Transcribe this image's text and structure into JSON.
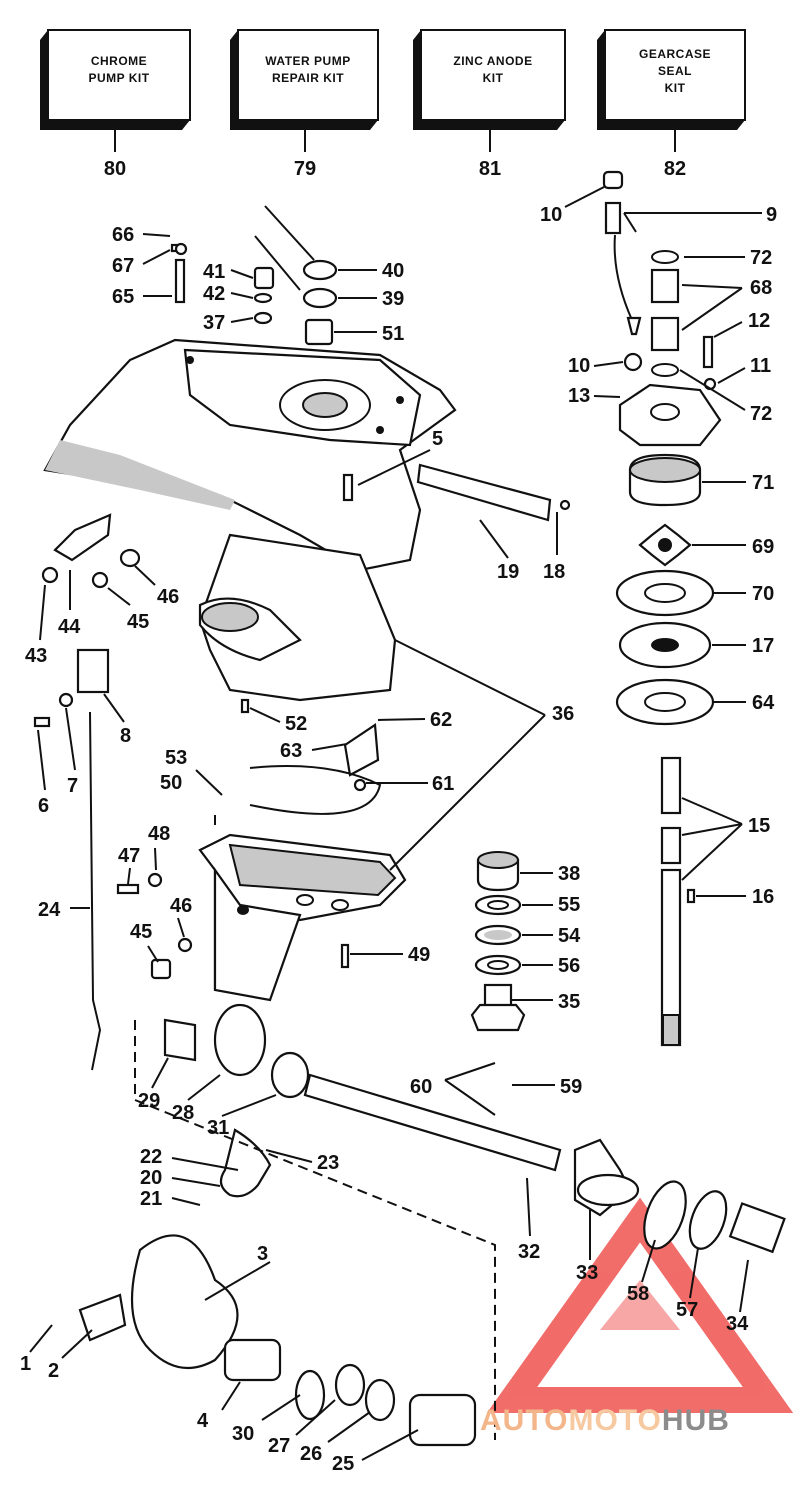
{
  "kits": [
    {
      "id": "chrome-pump-kit",
      "lines": [
        "CHROME",
        "PUMP KIT"
      ],
      "number": "80"
    },
    {
      "id": "water-pump-repair-kit",
      "lines": [
        "WATER PUMP",
        "REPAIR KIT"
      ],
      "number": "79"
    },
    {
      "id": "zinc-anode-kit",
      "lines": [
        "ZINC ANODE",
        "KIT"
      ],
      "number": "81"
    },
    {
      "id": "gearcase-seal-kit",
      "lines": [
        "GEARCASE",
        "SEAL",
        "KIT"
      ],
      "number": "82"
    }
  ],
  "callouts": {
    "c10a": "10",
    "c9": "9",
    "c72a": "72",
    "c68": "68",
    "c12": "12",
    "c10b": "10",
    "c11": "11",
    "c13": "13",
    "c72b": "72",
    "c71": "71",
    "c69": "69",
    "c70": "70",
    "c17": "17",
    "c64": "64",
    "c15": "15",
    "c16": "16",
    "c66": "66",
    "c67": "67",
    "c65": "65",
    "c41": "41",
    "c42": "42",
    "c37": "37",
    "c40": "40",
    "c39": "39",
    "c51": "51",
    "c5": "5",
    "c19": "19",
    "c18": "18",
    "c43": "43",
    "c44": "44",
    "c45a": "45",
    "c46a": "46",
    "c8": "8",
    "c6": "6",
    "c7": "7",
    "c52": "52",
    "c62": "62",
    "c63": "63",
    "c36": "36",
    "c53": "53",
    "c50": "50",
    "c61": "61",
    "c48": "48",
    "c47": "47",
    "c24": "24",
    "c46b": "46",
    "c45b": "45",
    "c49": "49",
    "c38": "38",
    "c55": "55",
    "c54": "54",
    "c56": "56",
    "c35": "35",
    "c29": "29",
    "c28": "28",
    "c31": "31",
    "c60": "60",
    "c59": "59",
    "c22": "22",
    "c20": "20",
    "c23": "23",
    "c21": "21",
    "c32": "32",
    "c33": "33",
    "c58": "58",
    "c57": "57",
    "c34": "34",
    "c3": "3",
    "c1": "1",
    "c2": "2",
    "c4": "4",
    "c30": "30",
    "c27": "27",
    "c26": "26",
    "c25": "25"
  },
  "watermark": {
    "parts": [
      "AUTO",
      "MOTO",
      "HUB"
    ],
    "colors": {
      "auto": "#f3b58a",
      "moto": "#f6c9a0",
      "hub": "#8c8c8c",
      "triangle": "#ef5350"
    }
  }
}
